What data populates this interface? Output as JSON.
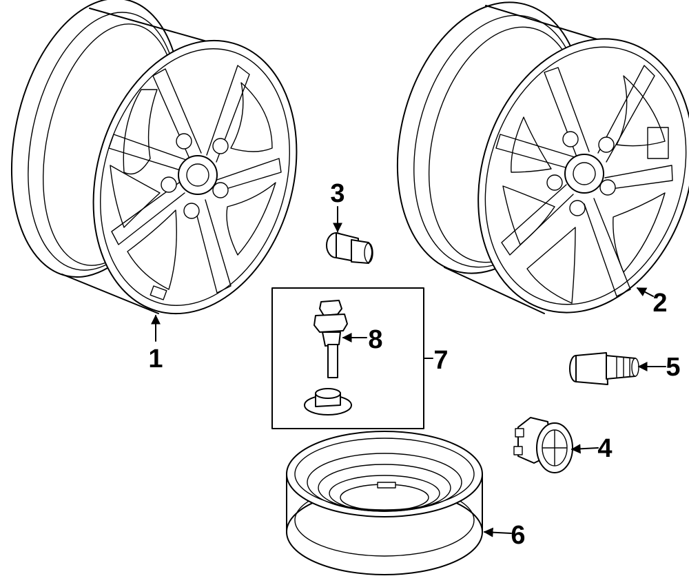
{
  "parts": [
    {
      "id": "wheel-front-left",
      "callout": "1"
    },
    {
      "id": "wheel-right",
      "callout": "2"
    },
    {
      "id": "lug-nut",
      "callout": "3"
    },
    {
      "id": "center-cap",
      "callout": "4"
    },
    {
      "id": "valve-stem",
      "callout": "5"
    },
    {
      "id": "spare-wheel",
      "callout": "6"
    },
    {
      "id": "tpms-kit-box",
      "callout": "7"
    },
    {
      "id": "tpms-sensor",
      "callout": "8"
    }
  ]
}
